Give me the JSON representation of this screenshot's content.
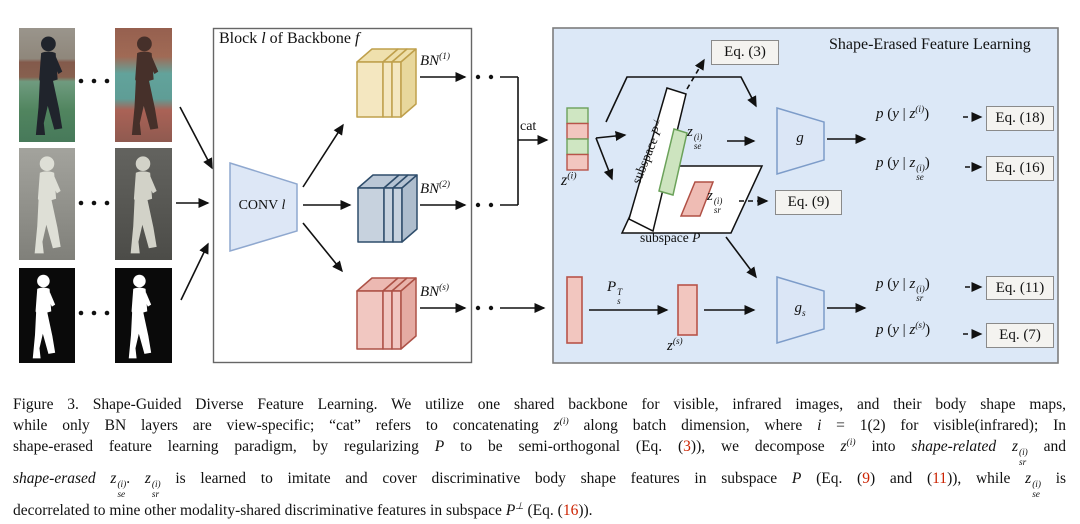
{
  "figure": {
    "backbone": {
      "title": [
        {
          "t": "Block "
        },
        {
          "m": "l"
        },
        {
          "t": " of Backbone "
        },
        {
          "m": "f"
        }
      ],
      "conv_label": [
        {
          "t": "CONV "
        },
        {
          "m": "l"
        }
      ],
      "bn1": [
        {
          "m": "BN",
          "sup": "(1)"
        }
      ],
      "bn2": [
        {
          "m": "BN",
          "sup": "(2)"
        }
      ],
      "bns": [
        {
          "m": "BN",
          "sup": "(s)"
        }
      ]
    },
    "cat_label": "cat",
    "panel": {
      "title": "Shape-Erased Feature Learning",
      "z_i": [
        {
          "m": "z",
          "sup": "(i)"
        }
      ],
      "z_se": [
        {
          "m": "z",
          "sub": "se",
          "sup": "(i)"
        }
      ],
      "z_sr": [
        {
          "m": "z",
          "sub": "sr",
          "sup": "(i)"
        }
      ],
      "z_s": [
        {
          "m": "z",
          "sup": "(s)"
        }
      ],
      "p_s_t": [
        {
          "m": "P",
          "sub": "s",
          "sup": "T"
        }
      ],
      "subspace_perp": [
        {
          "t": "subspace "
        },
        {
          "m": "P",
          "sup": "⊥"
        }
      ],
      "subspace_p": [
        {
          "t": "subspace "
        },
        {
          "m": "P"
        }
      ],
      "g": [
        {
          "m": "g"
        }
      ],
      "g_s": [
        {
          "m": "g",
          "sub": "s"
        }
      ],
      "p1": [
        {
          "m": "p"
        },
        {
          "t": " ("
        },
        {
          "m": "y"
        },
        {
          "t": " | "
        },
        {
          "m": "z",
          "sup": "(i)"
        },
        {
          "t": ")"
        }
      ],
      "p2": [
        {
          "m": "p"
        },
        {
          "t": " ("
        },
        {
          "m": "y"
        },
        {
          "t": " | "
        },
        {
          "m": "z",
          "sub": "se",
          "sup": "(i)"
        },
        {
          "t": ")"
        }
      ],
      "p3": [
        {
          "m": "p"
        },
        {
          "t": " ("
        },
        {
          "m": "y"
        },
        {
          "t": " | "
        },
        {
          "m": "z",
          "sub": "sr",
          "sup": "(i)"
        },
        {
          "t": ")"
        }
      ],
      "p4": [
        {
          "m": "p"
        },
        {
          "t": " ("
        },
        {
          "m": "y"
        },
        {
          "t": " | "
        },
        {
          "m": "z",
          "sup": "(s)"
        },
        {
          "t": ")"
        }
      ],
      "eq": {
        "eq3": "Eq. (3)",
        "eq9": "Eq. (9)",
        "eq18": "Eq. (18)",
        "eq16": "Eq. (16)",
        "eq11": "Eq. (11)",
        "eq7": "Eq. (7)"
      }
    },
    "colors": {
      "panel_bg": "#dce8f7",
      "block_yellow": "#f4e7c0",
      "block_blue": "#c7d2de",
      "block_red": "#f1c7c1",
      "feature_green": "#cde4bf",
      "trapezoid_blue": "#dbe6f6",
      "eq_number_red": "#cc2200"
    }
  },
  "caption": {
    "lines": [
      [
        {
          "t": "Figure 3. Shape-Guided Diverse Feature Learning. We utilize one shared backbone for visible, infrared images, and their body shape maps,"
        }
      ],
      [
        {
          "t": "while only BN layers are view-specific; “cat” refers to concatenating "
        },
        {
          "m": "z",
          "sup": "(i)"
        },
        {
          "t": " along batch dimension, where "
        },
        {
          "m": "i"
        },
        {
          "t": " = 1(2) for visible(infrared); In"
        }
      ],
      [
        {
          "t": "shape-erased feature learning paradigm, by regularizing "
        },
        {
          "m": "P"
        },
        {
          "t": " to be semi-orthogonal (Eq. ("
        },
        {
          "t": "3",
          "red": true
        },
        {
          "t": ")), we decompose "
        },
        {
          "m": "z",
          "sup": "(i)"
        },
        {
          "t": " into "
        },
        {
          "t": "shape-related",
          "it": true
        },
        {
          "t": " "
        },
        {
          "m": "z",
          "sub": "sr",
          "sup": "(i)"
        },
        {
          "t": " and"
        }
      ],
      [
        {
          "t": "shape-erased",
          "it": true
        },
        {
          "t": " "
        },
        {
          "m": "z",
          "sub": "se",
          "sup": "(i)"
        },
        {
          "t": ". "
        },
        {
          "m": "z",
          "sub": "sr",
          "sup": "(i)"
        },
        {
          "t": " is learned to imitate and cover discriminative body shape features in subspace "
        },
        {
          "m": "P"
        },
        {
          "t": " (Eq. ("
        },
        {
          "t": "9",
          "red": true
        },
        {
          "t": ") and ("
        },
        {
          "t": "11",
          "red": true
        },
        {
          "t": ")), while "
        },
        {
          "m": "z",
          "sub": "se",
          "sup": "(i)"
        },
        {
          "t": " is"
        }
      ],
      [
        {
          "t": "decorrelated to mine other modality-shared discriminative features in subspace "
        },
        {
          "m": "P",
          "sup": "⊥"
        },
        {
          "t": " (Eq. ("
        },
        {
          "t": "16",
          "red": true
        },
        {
          "t": "))."
        }
      ]
    ]
  }
}
